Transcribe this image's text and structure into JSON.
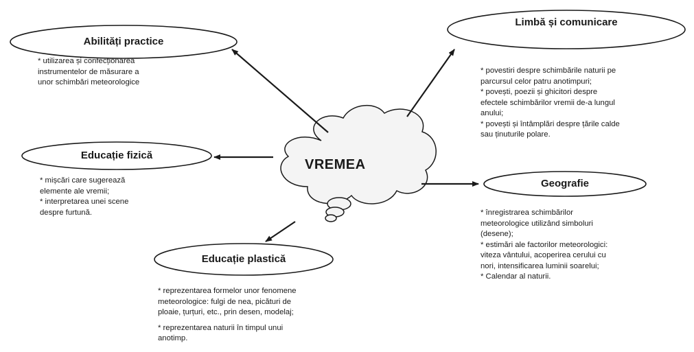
{
  "center": {
    "label": "VREMEA"
  },
  "topics": {
    "abilitati": {
      "title": "Abilități practice",
      "items": [
        "* utilizarea și confecționarea\ninstrumentelor de măsurare a\nunor schimbări meteorologice"
      ]
    },
    "limba": {
      "title": "Limbă și comunicare",
      "items": [
        "* povestiri despre schimbările naturii pe\nparcursul celor patru anotimpuri;",
        "* povești, poezii și ghicitori despre\nefectele schimbărilor vremii de-a lungul\nanului;",
        "* povești și întâmplări despre țările calde\nsau ținuturile polare."
      ]
    },
    "fizica": {
      "title": "Educație fizică",
      "items": [
        "* mișcări care sugerează\nelemente ale vremii;",
        "* interpretarea unei scene\ndespre furtună."
      ]
    },
    "geografie": {
      "title": "Geografie",
      "items": [
        "* înregistrarea schimbărilor\nmeteorologice utilizând simboluri\n(desene);",
        "* estimări ale factorilor meteorologici:\nviteza vântului, acoperirea cerului cu\nnori, intensificarea luminii soarelui;",
        "* Calendar al naturii."
      ]
    },
    "plastica": {
      "title": "Educație plastică",
      "items": [
        "* reprezentarea formelor unor fenomene\nmeteorologice: fulgi de nea, picături de\nploaie, țurțuri, etc., prin desen, modelaj;",
        "* reprezentarea naturii în timpul unui\nanotimp."
      ]
    }
  }
}
